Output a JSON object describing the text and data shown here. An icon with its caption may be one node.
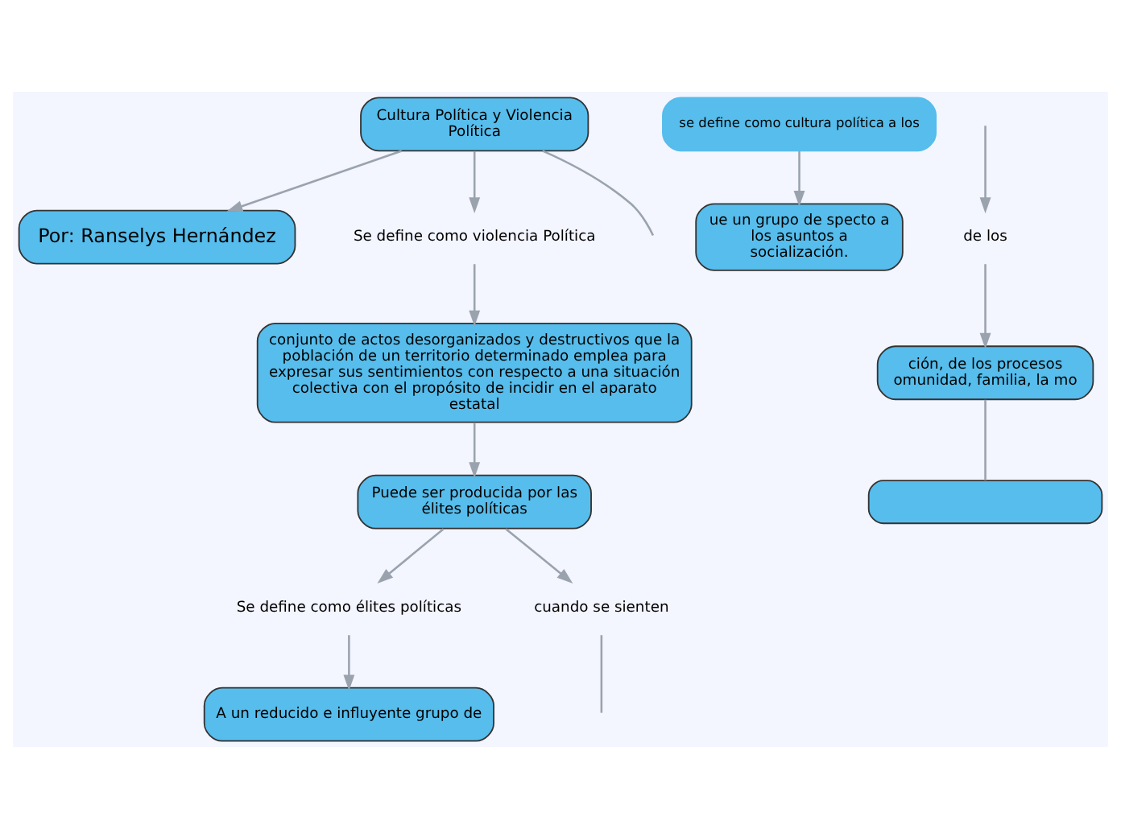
{
  "diagram": {
    "nodes": [
      {
        "text": [
          "Por: Ranselys Hernández"
        ]
      },
      {
        "text": [
          "Cultura Política y Violencia Política"
        ]
      },
      {
        "text": [
          "se define como cultura política a los"
        ]
      },
      {
        "text": [
          "ue un grupo de specto a los asuntos a socialización."
        ]
      },
      {
        "text": [
          "de los"
        ]
      },
      {
        "text": [
          "ción, de los procesos omunidad, familia, la mo"
        ]
      },
      {
        "text": [],
        "shape": "box"
      },
      {
        "text": [
          "Se define como violencia Política"
        ]
      },
      {
        "text": [
          "conjunto de actos desorganizados y destructivos que la población de un territorio determinado emplea para expresar sus sentimientos con respecto a una situación colectiva con el propósito de incidir en el aparato estatal"
        ]
      },
      {
        "text": [
          "Puede ser producida por las élites políticas"
        ]
      },
      {
        "text": [
          "Se define como élites políticas"
        ]
      },
      {
        "text": [
          "A un reducido e influyente grupo de"
        ]
      },
      {
        "text": [
          "cuando se sienten"
        ]
      }
    ],
    "edges": [
      {
        "from": 1,
        "to": 0,
        "arrow": "to"
      },
      {
        "from": 1,
        "to": null,
        "arrow": "none"
      },
      {
        "from": 2,
        "to": 3,
        "arrow": "to"
      },
      {
        "from": 1,
        "to": 7,
        "arrow": "to"
      },
      {
        "from": null,
        "to": 4,
        "arrow": "to"
      },
      {
        "from": 4,
        "to": 5,
        "arrow": "to"
      },
      {
        "from": 5,
        "to": 6,
        "arrow": "none"
      },
      {
        "from": 7,
        "to": 8,
        "arrow": "to"
      },
      {
        "from": 8,
        "to": 9,
        "arrow": "to"
      },
      {
        "from": 9,
        "to": 10,
        "arrow": "to"
      },
      {
        "from": 10,
        "to": 11,
        "arrow": "to"
      },
      {
        "from": 9,
        "to": 12,
        "arrow": "to"
      },
      {
        "from": 12,
        "to": null,
        "arrow": "none"
      }
    ]
  }
}
